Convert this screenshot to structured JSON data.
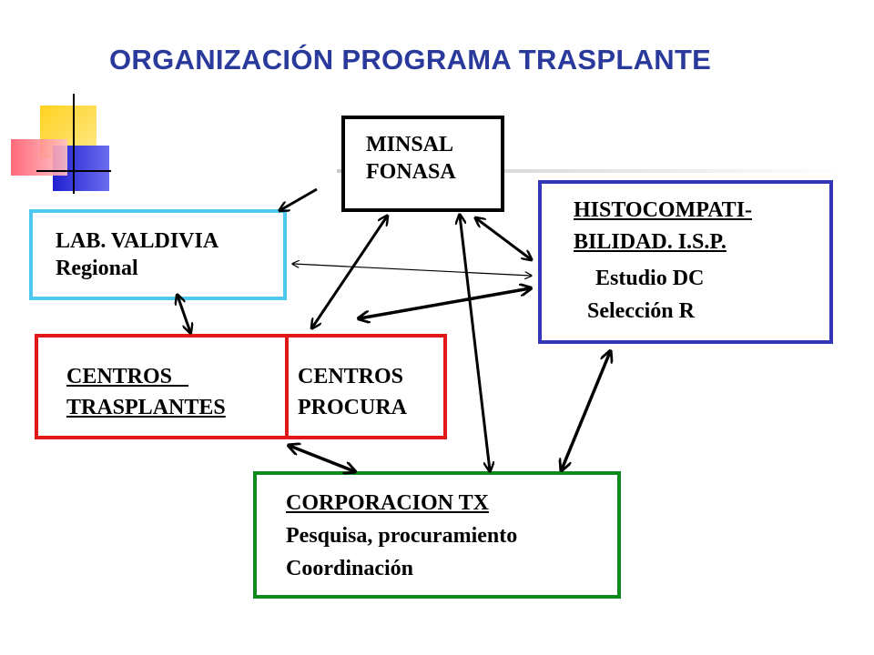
{
  "title": "ORGANIZACIÓN PROGRAMA TRASPLANTE",
  "colors": {
    "title": "#2a3a9c",
    "minsal_border": "#000000",
    "lab_border": "#4fc8ef",
    "centros_border": "#e01818",
    "histo_border": "#3535b8",
    "corporacion_border": "#0f8a1c"
  },
  "minsal": {
    "line1": "MINSAL",
    "line2": "FONASA"
  },
  "lab": {
    "line1": "LAB. VALDIVIA",
    "line2": "Regional"
  },
  "histo": {
    "line1": "HISTOCOMPATI-",
    "line2": "BILIDAD.  I.S.P.",
    "line3": "Estudio DC",
    "line4": "Selección R"
  },
  "centros_trasplantes": {
    "line1": "CENTROS   ",
    "line2": "TRASPLANTES"
  },
  "centros_procura": {
    "line1": "CENTROS",
    "line2": "PROCURA"
  },
  "corporacion": {
    "line1": "CORPORACION TX",
    "line2": "Pesquisa, procuramiento",
    "line3": "Coordinación"
  }
}
